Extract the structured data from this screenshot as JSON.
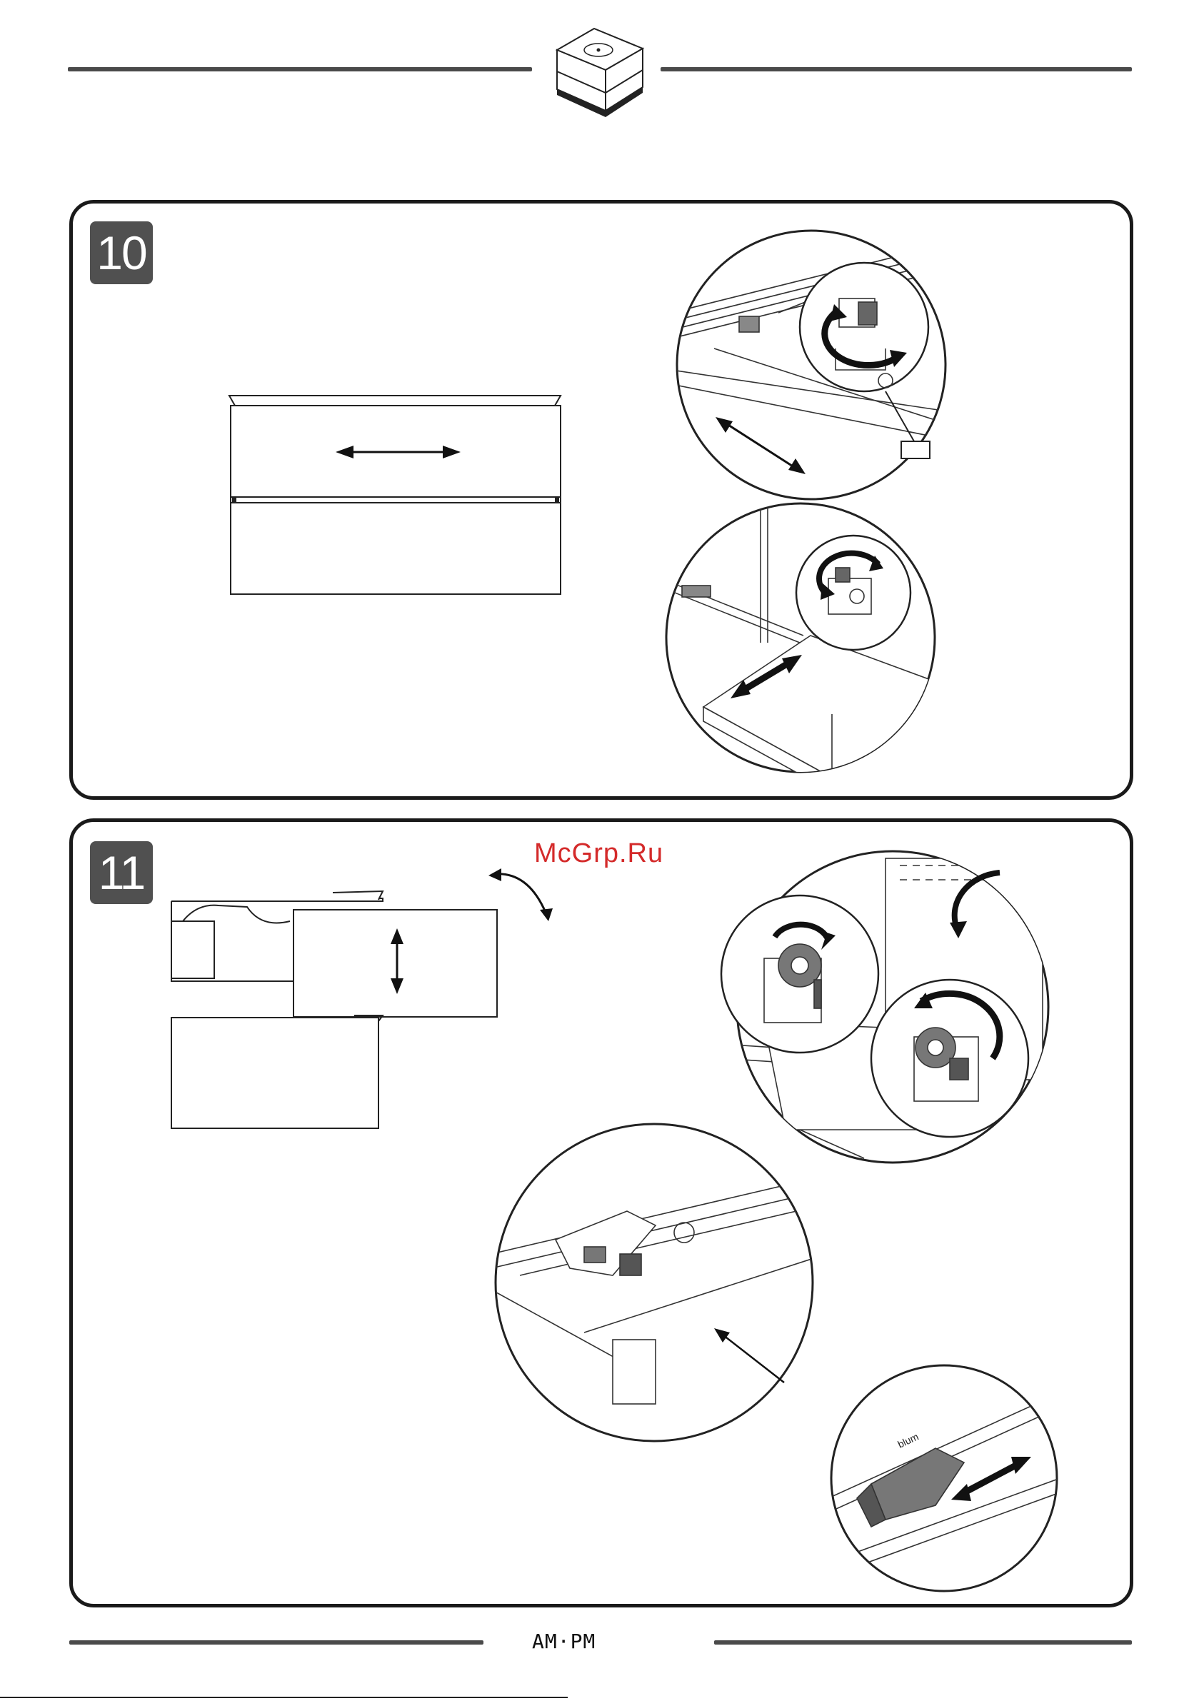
{
  "header": {
    "icon": "cabinet-sink-icon"
  },
  "steps": [
    {
      "number": "10"
    },
    {
      "number": "11"
    }
  ],
  "watermark": "McGrp.Ru",
  "footer": {
    "brand": "AM·PM"
  },
  "colors": {
    "badge": "#505050",
    "line": "#1a1a1a",
    "watermark": "#d42a2a",
    "part_dark": "#555555"
  },
  "icons": [
    "double-arrow-icon",
    "rotate-arrow-icon",
    "adjust-arrow-icon"
  ]
}
